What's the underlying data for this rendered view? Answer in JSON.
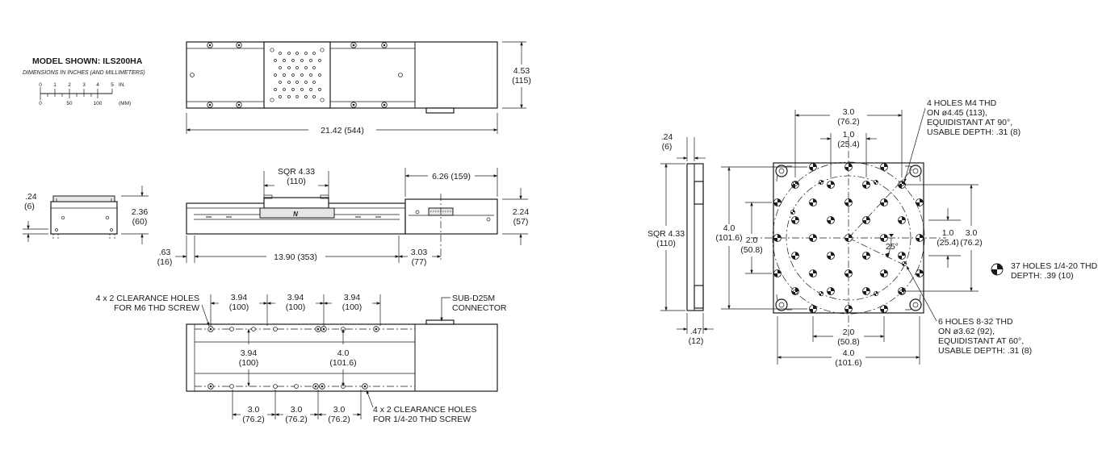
{
  "header": {
    "model_shown": "MODEL SHOWN: ILS200HA",
    "dimensions_note": "DIMENSIONS IN INCHES (AND MILLIMETERS)"
  },
  "scale_bar": {
    "inch_ticks": [
      "0",
      "1",
      "2",
      "3",
      "4",
      "5"
    ],
    "inch_unit": "IN.",
    "mm_ticks": [
      "0",
      "50",
      "100"
    ],
    "mm_unit": "(MM)"
  },
  "top_view": {
    "height_value": "4.53",
    "height_mm": "(115)",
    "length": "21.42 (544)"
  },
  "end_view": {
    "base_offset_value": ".24",
    "base_offset_mm": "(6)",
    "height_value": "2.36",
    "height_mm": "(60)"
  },
  "side_view": {
    "carriage_value": "SQR 4.33",
    "carriage_mm": "(110)",
    "motor_length": "6.26 (159)",
    "height_value": "2.24",
    "height_mm": "(57)",
    "left_offset_value": ".63",
    "left_offset_mm": "(16)",
    "travel": "13.90 (353)",
    "right_offset_value": "3.03",
    "right_offset_mm": "(77)"
  },
  "bottom_view": {
    "m6_holes_line1": "4 x 2 CLEARANCE HOLES",
    "m6_holes_line2": "FOR M6 THD SCREW",
    "connector_line1": "SUB-D25M",
    "connector_line2": "CONNECTOR",
    "pitch_top": [
      {
        "value": "3.94",
        "mm": "(100)"
      },
      {
        "value": "3.94",
        "mm": "(100)"
      },
      {
        "value": "3.94",
        "mm": "(100)"
      }
    ],
    "vertical_left_value": "3.94",
    "vertical_left_mm": "(100)",
    "vertical_right_value": "4.0",
    "vertical_right_mm": "(101.6)",
    "pitch_bottom": [
      {
        "value": "3.0",
        "mm": "(76.2)"
      },
      {
        "value": "3.0",
        "mm": "(76.2)"
      },
      {
        "value": "3.0",
        "mm": "(76.2)"
      }
    ],
    "quarter_holes_line1": "4 x 2 CLEARANCE HOLES",
    "quarter_holes_line2": "FOR 1/4-20 THD SCREW"
  },
  "carriage_detail": {
    "plate_thickness_value": ".24",
    "plate_thickness_mm": "(6)",
    "square_value": "SQR 4.33",
    "square_mm": "(110)",
    "base_thickness_value": ".47",
    "base_thickness_mm": "(12)",
    "top_width_value": "3.0",
    "top_width_mm": "(76.2)",
    "top_inner_value": "1.0",
    "top_inner_mm": "(25.4)",
    "left_outer_value": "4.0",
    "left_outer_mm": "(101.6)",
    "left_inner_value": "2.0",
    "left_inner_mm": "(50.8)",
    "right_inner_value": "1.0",
    "right_inner_mm": "(25.4)",
    "right_outer_value": "3.0",
    "right_outer_mm": "(76.2)",
    "bottom_inner_value": "2.0",
    "bottom_inner_mm": "(50.8)",
    "bottom_outer_value": "4.0",
    "bottom_outer_mm": "(101.6)",
    "angle": "25°",
    "m4_note": [
      "4 HOLES M4 THD",
      "ON ø4.45 (113),",
      "EQUIDISTANT AT 90°,",
      "USABLE DEPTH: .31 (8)"
    ],
    "thd_note": [
      "37 HOLES 1/4-20 THD,",
      "DEPTH: .39 (10)"
    ],
    "832_note": [
      "6 HOLES 8-32 THD",
      "ON ø3.62 (92),",
      "EQUIDISTANT AT 60°,",
      "USABLE DEPTH: .31 (8)"
    ]
  }
}
